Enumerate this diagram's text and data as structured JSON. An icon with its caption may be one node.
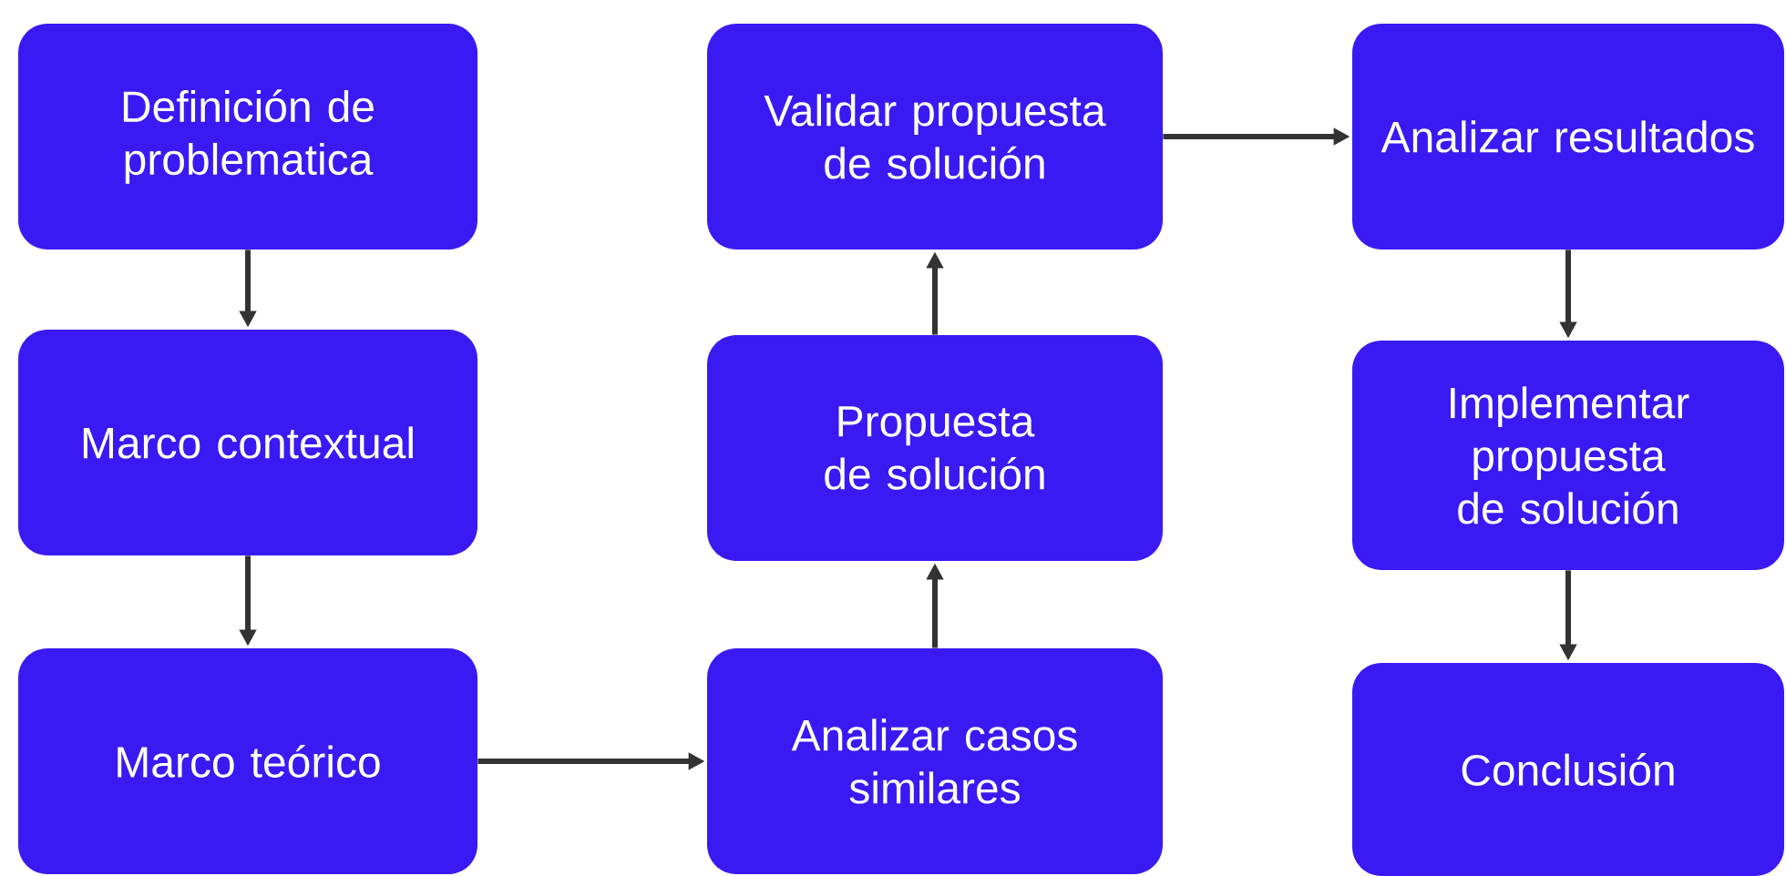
{
  "diagram": {
    "nodes": [
      {
        "text": [
          "Definición de problematica"
        ]
      },
      {
        "text": [
          "Marco contextual"
        ]
      },
      {
        "text": [
          "Marco teórico"
        ]
      },
      {
        "text": [
          "Analizar casos similares"
        ]
      },
      {
        "text": [
          "Propuesta de solución"
        ]
      },
      {
        "text": [
          "Validar propuesta de solución"
        ]
      },
      {
        "text": [
          "Analizar resultados"
        ]
      },
      {
        "text": [
          "Implementar propuesta de solución"
        ]
      },
      {
        "text": [
          "Conclusión"
        ]
      }
    ],
    "edges": [
      {
        "from": 0,
        "to": 1,
        "arrow": "to"
      },
      {
        "from": 1,
        "to": 2,
        "arrow": "to"
      },
      {
        "from": 2,
        "to": 3,
        "arrow": "to"
      },
      {
        "from": 3,
        "to": 4,
        "arrow": "to"
      },
      {
        "from": 4,
        "to": 5,
        "arrow": "to"
      },
      {
        "from": 5,
        "to": 6,
        "arrow": "to"
      },
      {
        "from": 6,
        "to": 7,
        "arrow": "to"
      },
      {
        "from": 7,
        "to": 8,
        "arrow": "to"
      }
    ]
  }
}
